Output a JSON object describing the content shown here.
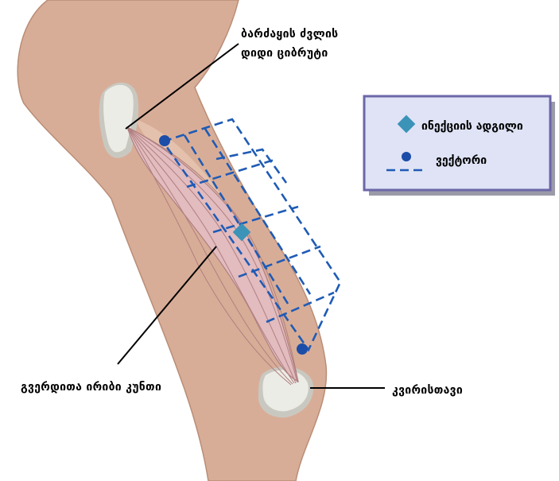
{
  "labels": {
    "origin_line1": "ბარძაყის ძვლის",
    "origin_line2": "დიდი ციბრუტი",
    "muscle": "გვერდითა ირიბი კუნთი",
    "knee": "კვირისთავი"
  },
  "legend": {
    "injection": "ინექციის ადგილი",
    "vector": "ვექტორი"
  },
  "colors": {
    "skin": "#d8ad97",
    "skin_dark": "#b98d76",
    "skin_light": "#f0d6c2",
    "bone": "#ecece6",
    "bone_shadow": "#c9c8c0",
    "muscle": "#e2bcbf",
    "muscle_line": "#b07f80",
    "grid": "#1f5bb5",
    "dot": "#1c4da8",
    "diamond": "#3b93b8",
    "legend_bg": "#dfe3f5",
    "legend_border": "#6c67a8",
    "legend_shadow": "#9a9aa8",
    "leader": "#000000"
  }
}
